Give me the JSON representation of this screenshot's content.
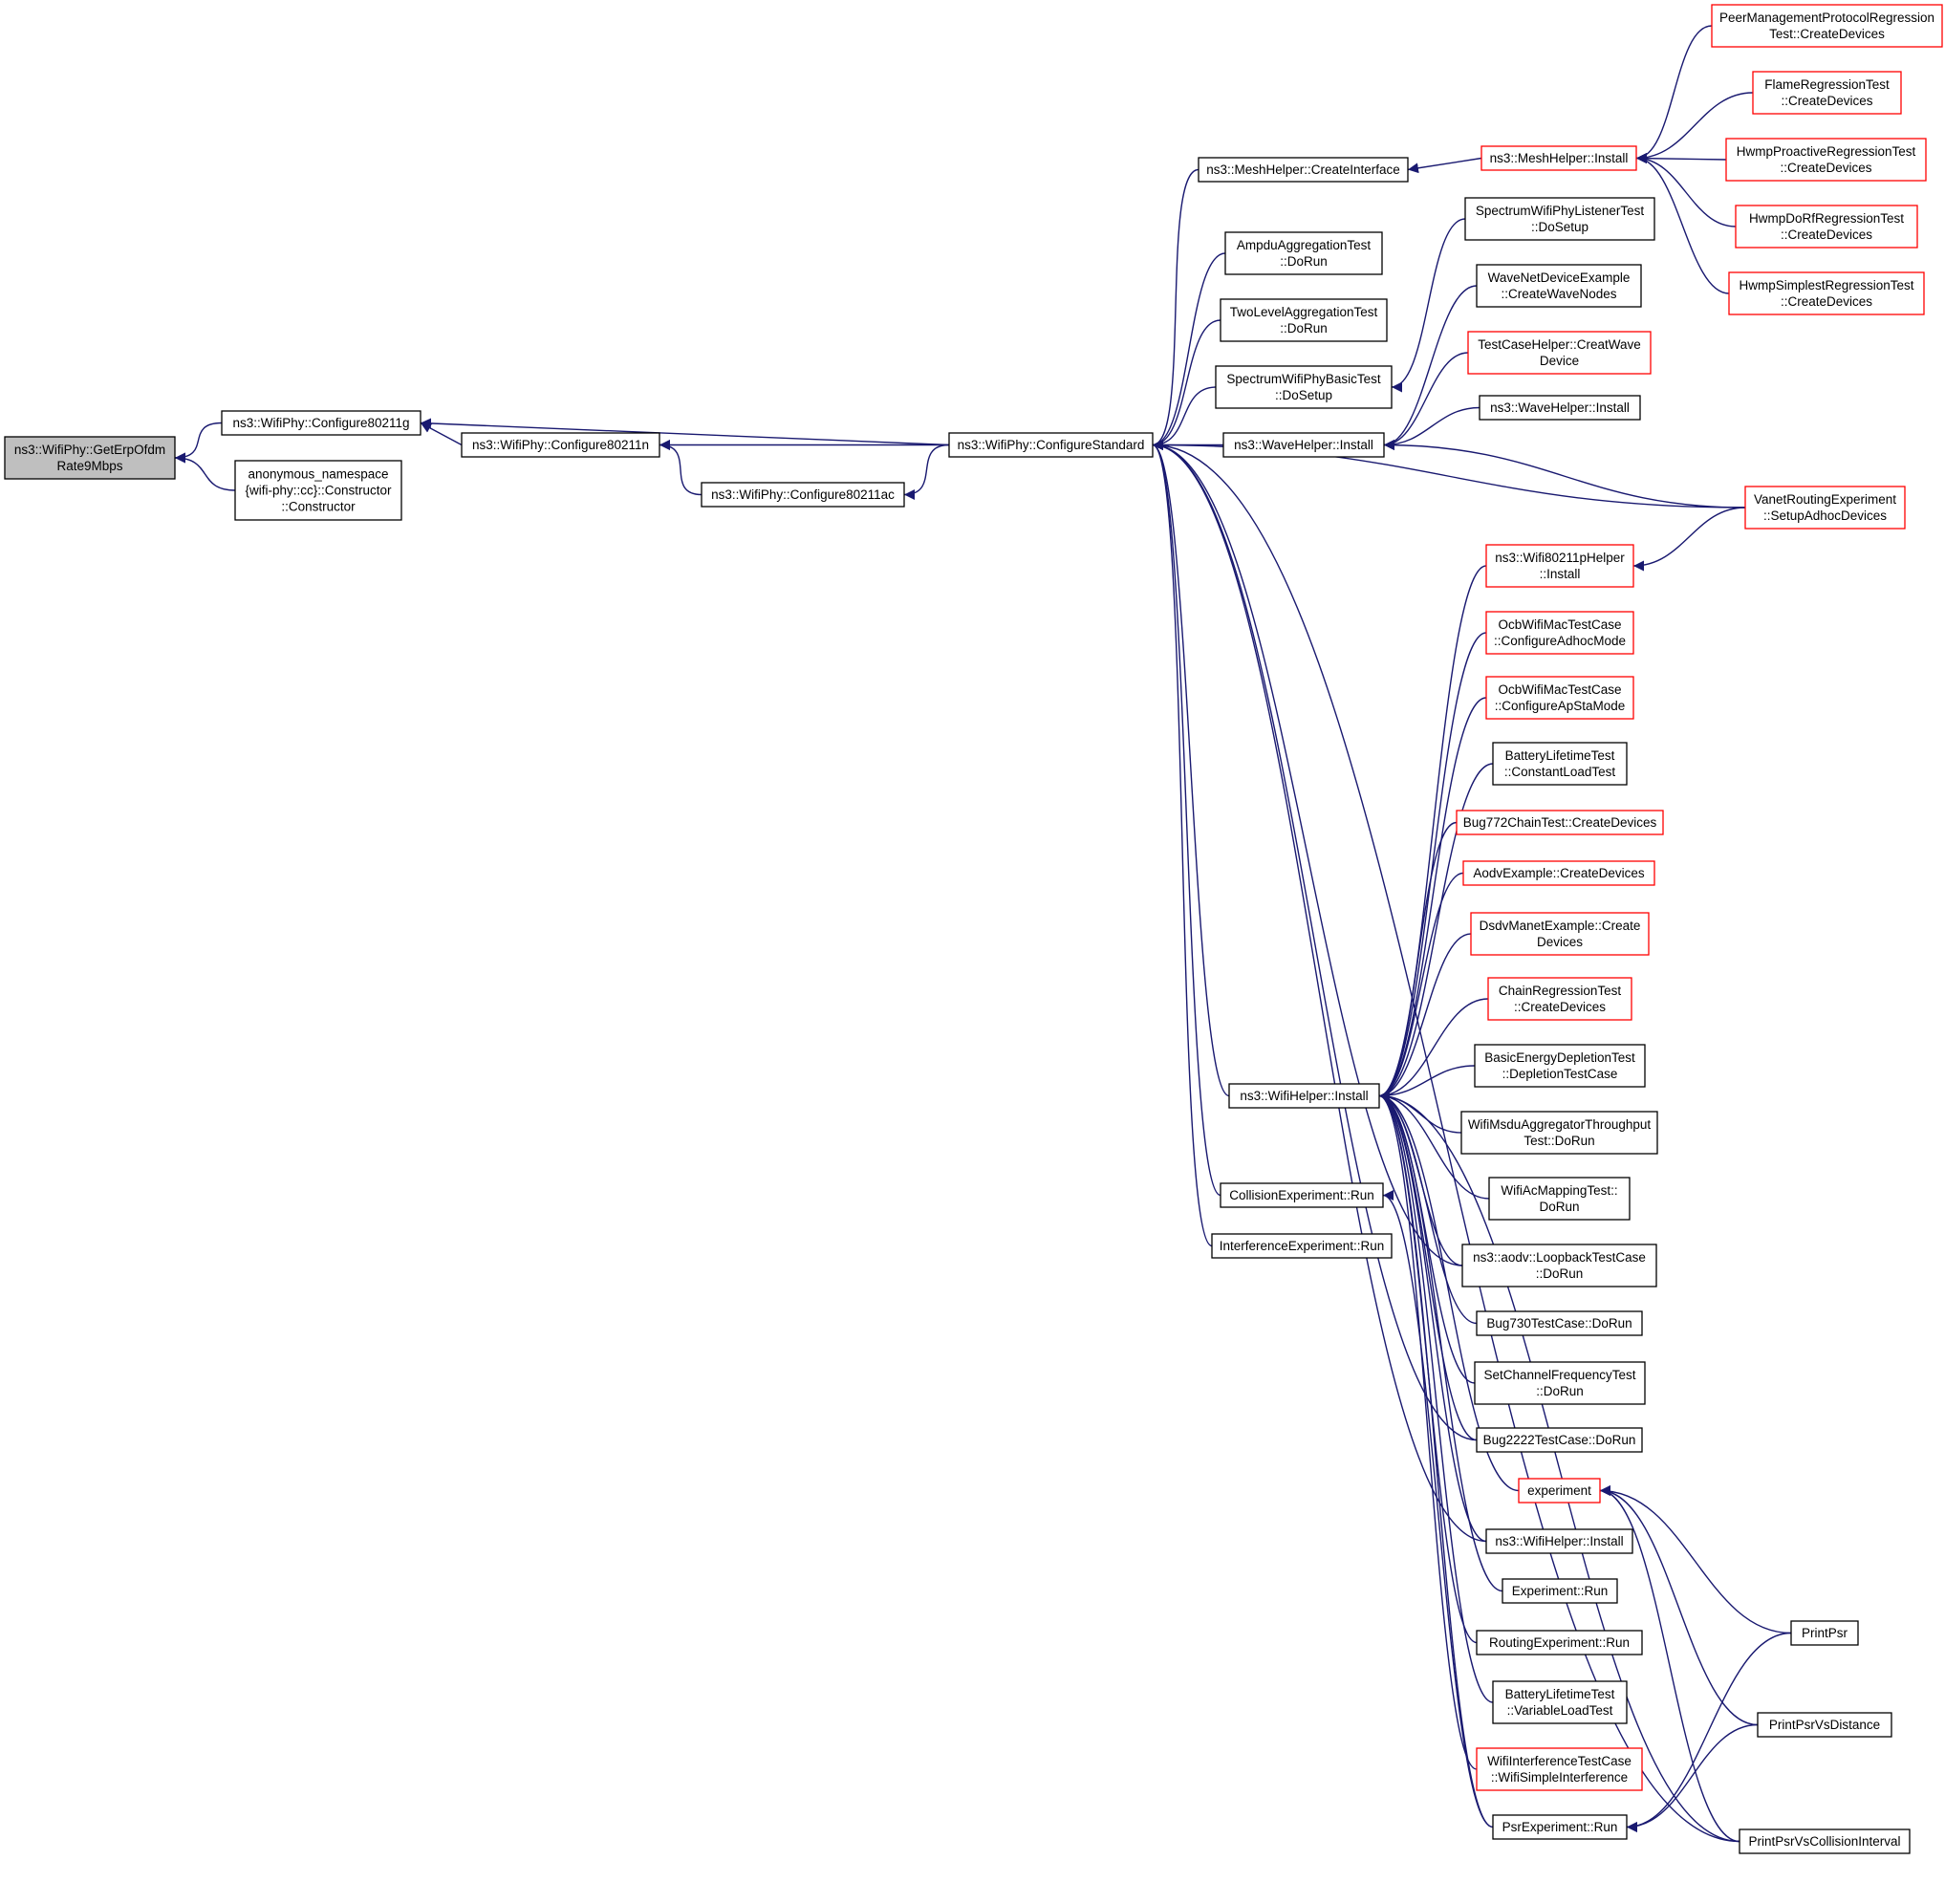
{
  "nodes": [
    {
      "id": "root",
      "lines": [
        "ns3::WifiPhy::GetErpOfdm",
        "Rate9Mbps"
      ],
      "color": "root",
      "interactable": true
    },
    {
      "id": "c80211g",
      "lines": [
        "ns3::WifiPhy::Configure80211g"
      ]
    },
    {
      "id": "anon",
      "lines": [
        "anonymous_namespace",
        "{wifi-phy::cc}::Constructor",
        "::Constructor"
      ]
    },
    {
      "id": "c80211n",
      "lines": [
        "ns3::WifiPhy::Configure80211n"
      ]
    },
    {
      "id": "c80211ac",
      "lines": [
        "ns3::WifiPhy::Configure80211ac"
      ]
    },
    {
      "id": "cstd",
      "lines": [
        "ns3::WifiPhy::ConfigureStandard"
      ]
    },
    {
      "id": "meshci",
      "lines": [
        "ns3::MeshHelper::CreateInterface"
      ]
    },
    {
      "id": "ampdu",
      "lines": [
        "AmpduAggregationTest",
        "::DoRun"
      ]
    },
    {
      "id": "twolevel",
      "lines": [
        "TwoLevelAggregationTest",
        "::DoRun"
      ]
    },
    {
      "id": "specbasic",
      "lines": [
        "SpectrumWifiPhyBasicTest",
        "::DoSetup"
      ]
    },
    {
      "id": "waveinst",
      "lines": [
        "ns3::WaveHelper::Install"
      ]
    },
    {
      "id": "wifiinst",
      "lines": [
        "ns3::WifiHelper::Install"
      ]
    },
    {
      "id": "collision",
      "lines": [
        "CollisionExperiment::Run"
      ]
    },
    {
      "id": "interference",
      "lines": [
        "InterferenceExperiment::Run"
      ]
    },
    {
      "id": "meshinst",
      "lines": [
        "ns3::MeshHelper::Install"
      ],
      "color": "red"
    },
    {
      "id": "speclistener",
      "lines": [
        "SpectrumWifiPhyListenerTest",
        "::DoSetup"
      ]
    },
    {
      "id": "wavenet",
      "lines": [
        "WaveNetDeviceExample",
        "::CreateWaveNodes"
      ]
    },
    {
      "id": "testcase",
      "lines": [
        "TestCaseHelper::CreatWave",
        "Device"
      ],
      "color": "red"
    },
    {
      "id": "wavehelper2",
      "lines": [
        "ns3::WaveHelper::Install"
      ]
    },
    {
      "id": "w80211p",
      "lines": [
        "ns3::Wifi80211pHelper",
        "::Install"
      ],
      "color": "red"
    },
    {
      "id": "ocbadhoc",
      "lines": [
        "OcbWifiMacTestCase",
        "::ConfigureAdhocMode"
      ],
      "color": "red"
    },
    {
      "id": "ocbapsta",
      "lines": [
        "OcbWifiMacTestCase",
        "::ConfigureApStaMode"
      ],
      "color": "red"
    },
    {
      "id": "batconst",
      "lines": [
        "BatteryLifetimeTest",
        "::ConstantLoadTest"
      ]
    },
    {
      "id": "bug772",
      "lines": [
        "Bug772ChainTest::CreateDevices"
      ],
      "color": "red"
    },
    {
      "id": "aodvex",
      "lines": [
        "AodvExample::CreateDevices"
      ],
      "color": "red"
    },
    {
      "id": "dsdv",
      "lines": [
        "DsdvManetExample::Create",
        "Devices"
      ],
      "color": "red"
    },
    {
      "id": "chainreg",
      "lines": [
        "ChainRegressionTest",
        "::CreateDevices"
      ],
      "color": "red"
    },
    {
      "id": "basicenergy",
      "lines": [
        "BasicEnergyDepletionTest",
        "::DepletionTestCase"
      ]
    },
    {
      "id": "msdu",
      "lines": [
        "WifiMsduAggregatorThroughput",
        "Test::DoRun"
      ]
    },
    {
      "id": "acmap",
      "lines": [
        "WifiAcMappingTest::",
        "DoRun"
      ]
    },
    {
      "id": "aodvloop",
      "lines": [
        "ns3::aodv::LoopbackTestCase",
        "::DoRun"
      ]
    },
    {
      "id": "bug730",
      "lines": [
        "Bug730TestCase::DoRun"
      ]
    },
    {
      "id": "setchan",
      "lines": [
        "SetChannelFrequencyTest",
        "::DoRun"
      ]
    },
    {
      "id": "bug2222",
      "lines": [
        "Bug2222TestCase::DoRun"
      ]
    },
    {
      "id": "experiment",
      "lines": [
        "experiment"
      ],
      "color": "red"
    },
    {
      "id": "wifihelper2",
      "lines": [
        "ns3::WifiHelper::Install"
      ]
    },
    {
      "id": "exprun",
      "lines": [
        "Experiment::Run"
      ]
    },
    {
      "id": "routingexp",
      "lines": [
        "RoutingExperiment::Run"
      ]
    },
    {
      "id": "batvar",
      "lines": [
        "BatteryLifetimeTest",
        "::VariableLoadTest"
      ]
    },
    {
      "id": "wifiinterf",
      "lines": [
        "WifiInterferenceTestCase",
        "::WifiSimpleInterference"
      ],
      "color": "red"
    },
    {
      "id": "psrexp",
      "lines": [
        "PsrExperiment::Run"
      ]
    },
    {
      "id": "peermgmt",
      "lines": [
        "PeerManagementProtocolRegression",
        "Test::CreateDevices"
      ],
      "color": "red"
    },
    {
      "id": "flame",
      "lines": [
        "FlameRegressionTest",
        "::CreateDevices"
      ],
      "color": "red"
    },
    {
      "id": "hwmpproactive",
      "lines": [
        "HwmpProactiveRegressionTest",
        "::CreateDevices"
      ],
      "color": "red"
    },
    {
      "id": "hwmpdorf",
      "lines": [
        "HwmpDoRfRegressionTest",
        "::CreateDevices"
      ],
      "color": "red"
    },
    {
      "id": "hwmpsimplest",
      "lines": [
        "HwmpSimplestRegressionTest",
        "::CreateDevices"
      ],
      "color": "red"
    },
    {
      "id": "vanet",
      "lines": [
        "VanetRoutingExperiment",
        "::SetupAdhocDevices"
      ],
      "color": "red"
    },
    {
      "id": "printpsr",
      "lines": [
        "PrintPsr"
      ]
    },
    {
      "id": "printpsrdist",
      "lines": [
        "PrintPsrVsDistance"
      ]
    },
    {
      "id": "printpsrcoll",
      "lines": [
        "PrintPsrVsCollisionInterval"
      ]
    }
  ],
  "edges": [
    [
      "c80211g",
      "root"
    ],
    [
      "anon",
      "root"
    ],
    [
      "c80211n",
      "c80211g"
    ],
    [
      "cstd",
      "c80211g"
    ],
    [
      "cstd",
      "c80211n"
    ],
    [
      "c80211ac",
      "c80211n"
    ],
    [
      "cstd",
      "c80211ac"
    ],
    [
      "meshci",
      "cstd"
    ],
    [
      "ampdu",
      "cstd"
    ],
    [
      "twolevel",
      "cstd"
    ],
    [
      "specbasic",
      "cstd"
    ],
    [
      "waveinst",
      "cstd"
    ],
    [
      "wifiinst",
      "cstd"
    ],
    [
      "collision",
      "cstd"
    ],
    [
      "interference",
      "cstd"
    ],
    [
      "vanet",
      "cstd"
    ],
    [
      "aodvloop",
      "cstd"
    ],
    [
      "bug2222",
      "cstd"
    ],
    [
      "wifihelper2",
      "cstd"
    ],
    [
      "printpsrcoll",
      "cstd"
    ],
    [
      "meshinst",
      "meshci"
    ],
    [
      "peermgmt",
      "meshinst"
    ],
    [
      "flame",
      "meshinst"
    ],
    [
      "hwmpproactive",
      "meshinst"
    ],
    [
      "hwmpdorf",
      "meshinst"
    ],
    [
      "hwmpsimplest",
      "meshinst"
    ],
    [
      "speclistener",
      "specbasic"
    ],
    [
      "wavenet",
      "waveinst"
    ],
    [
      "testcase",
      "waveinst"
    ],
    [
      "wavehelper2",
      "waveinst"
    ],
    [
      "vanet",
      "waveinst"
    ],
    [
      "w80211p",
      "wifiinst"
    ],
    [
      "ocbadhoc",
      "wifiinst"
    ],
    [
      "ocbapsta",
      "wifiinst"
    ],
    [
      "batconst",
      "wifiinst"
    ],
    [
      "bug772",
      "wifiinst"
    ],
    [
      "aodvex",
      "wifiinst"
    ],
    [
      "dsdv",
      "wifiinst"
    ],
    [
      "chainreg",
      "wifiinst"
    ],
    [
      "basicenergy",
      "wifiinst"
    ],
    [
      "msdu",
      "wifiinst"
    ],
    [
      "acmap",
      "wifiinst"
    ],
    [
      "aodvloop",
      "wifiinst"
    ],
    [
      "bug730",
      "wifiinst"
    ],
    [
      "setchan",
      "wifiinst"
    ],
    [
      "bug2222",
      "wifiinst"
    ],
    [
      "experiment",
      "wifiinst"
    ],
    [
      "wifihelper2",
      "wifiinst"
    ],
    [
      "exprun",
      "wifiinst"
    ],
    [
      "routingexp",
      "wifiinst"
    ],
    [
      "batvar",
      "wifiinst"
    ],
    [
      "wifiinterf",
      "wifiinst"
    ],
    [
      "psrexp",
      "wifiinst"
    ],
    [
      "printpsrcoll",
      "wifiinst"
    ],
    [
      "psrexp",
      "collision"
    ],
    [
      "vanet",
      "w80211p"
    ],
    [
      "printpsr",
      "experiment"
    ],
    [
      "printpsrdist",
      "experiment"
    ],
    [
      "printpsrcoll",
      "experiment"
    ],
    [
      "printpsr",
      "psrexp"
    ],
    [
      "printpsrdist",
      "psrexp"
    ]
  ]
}
